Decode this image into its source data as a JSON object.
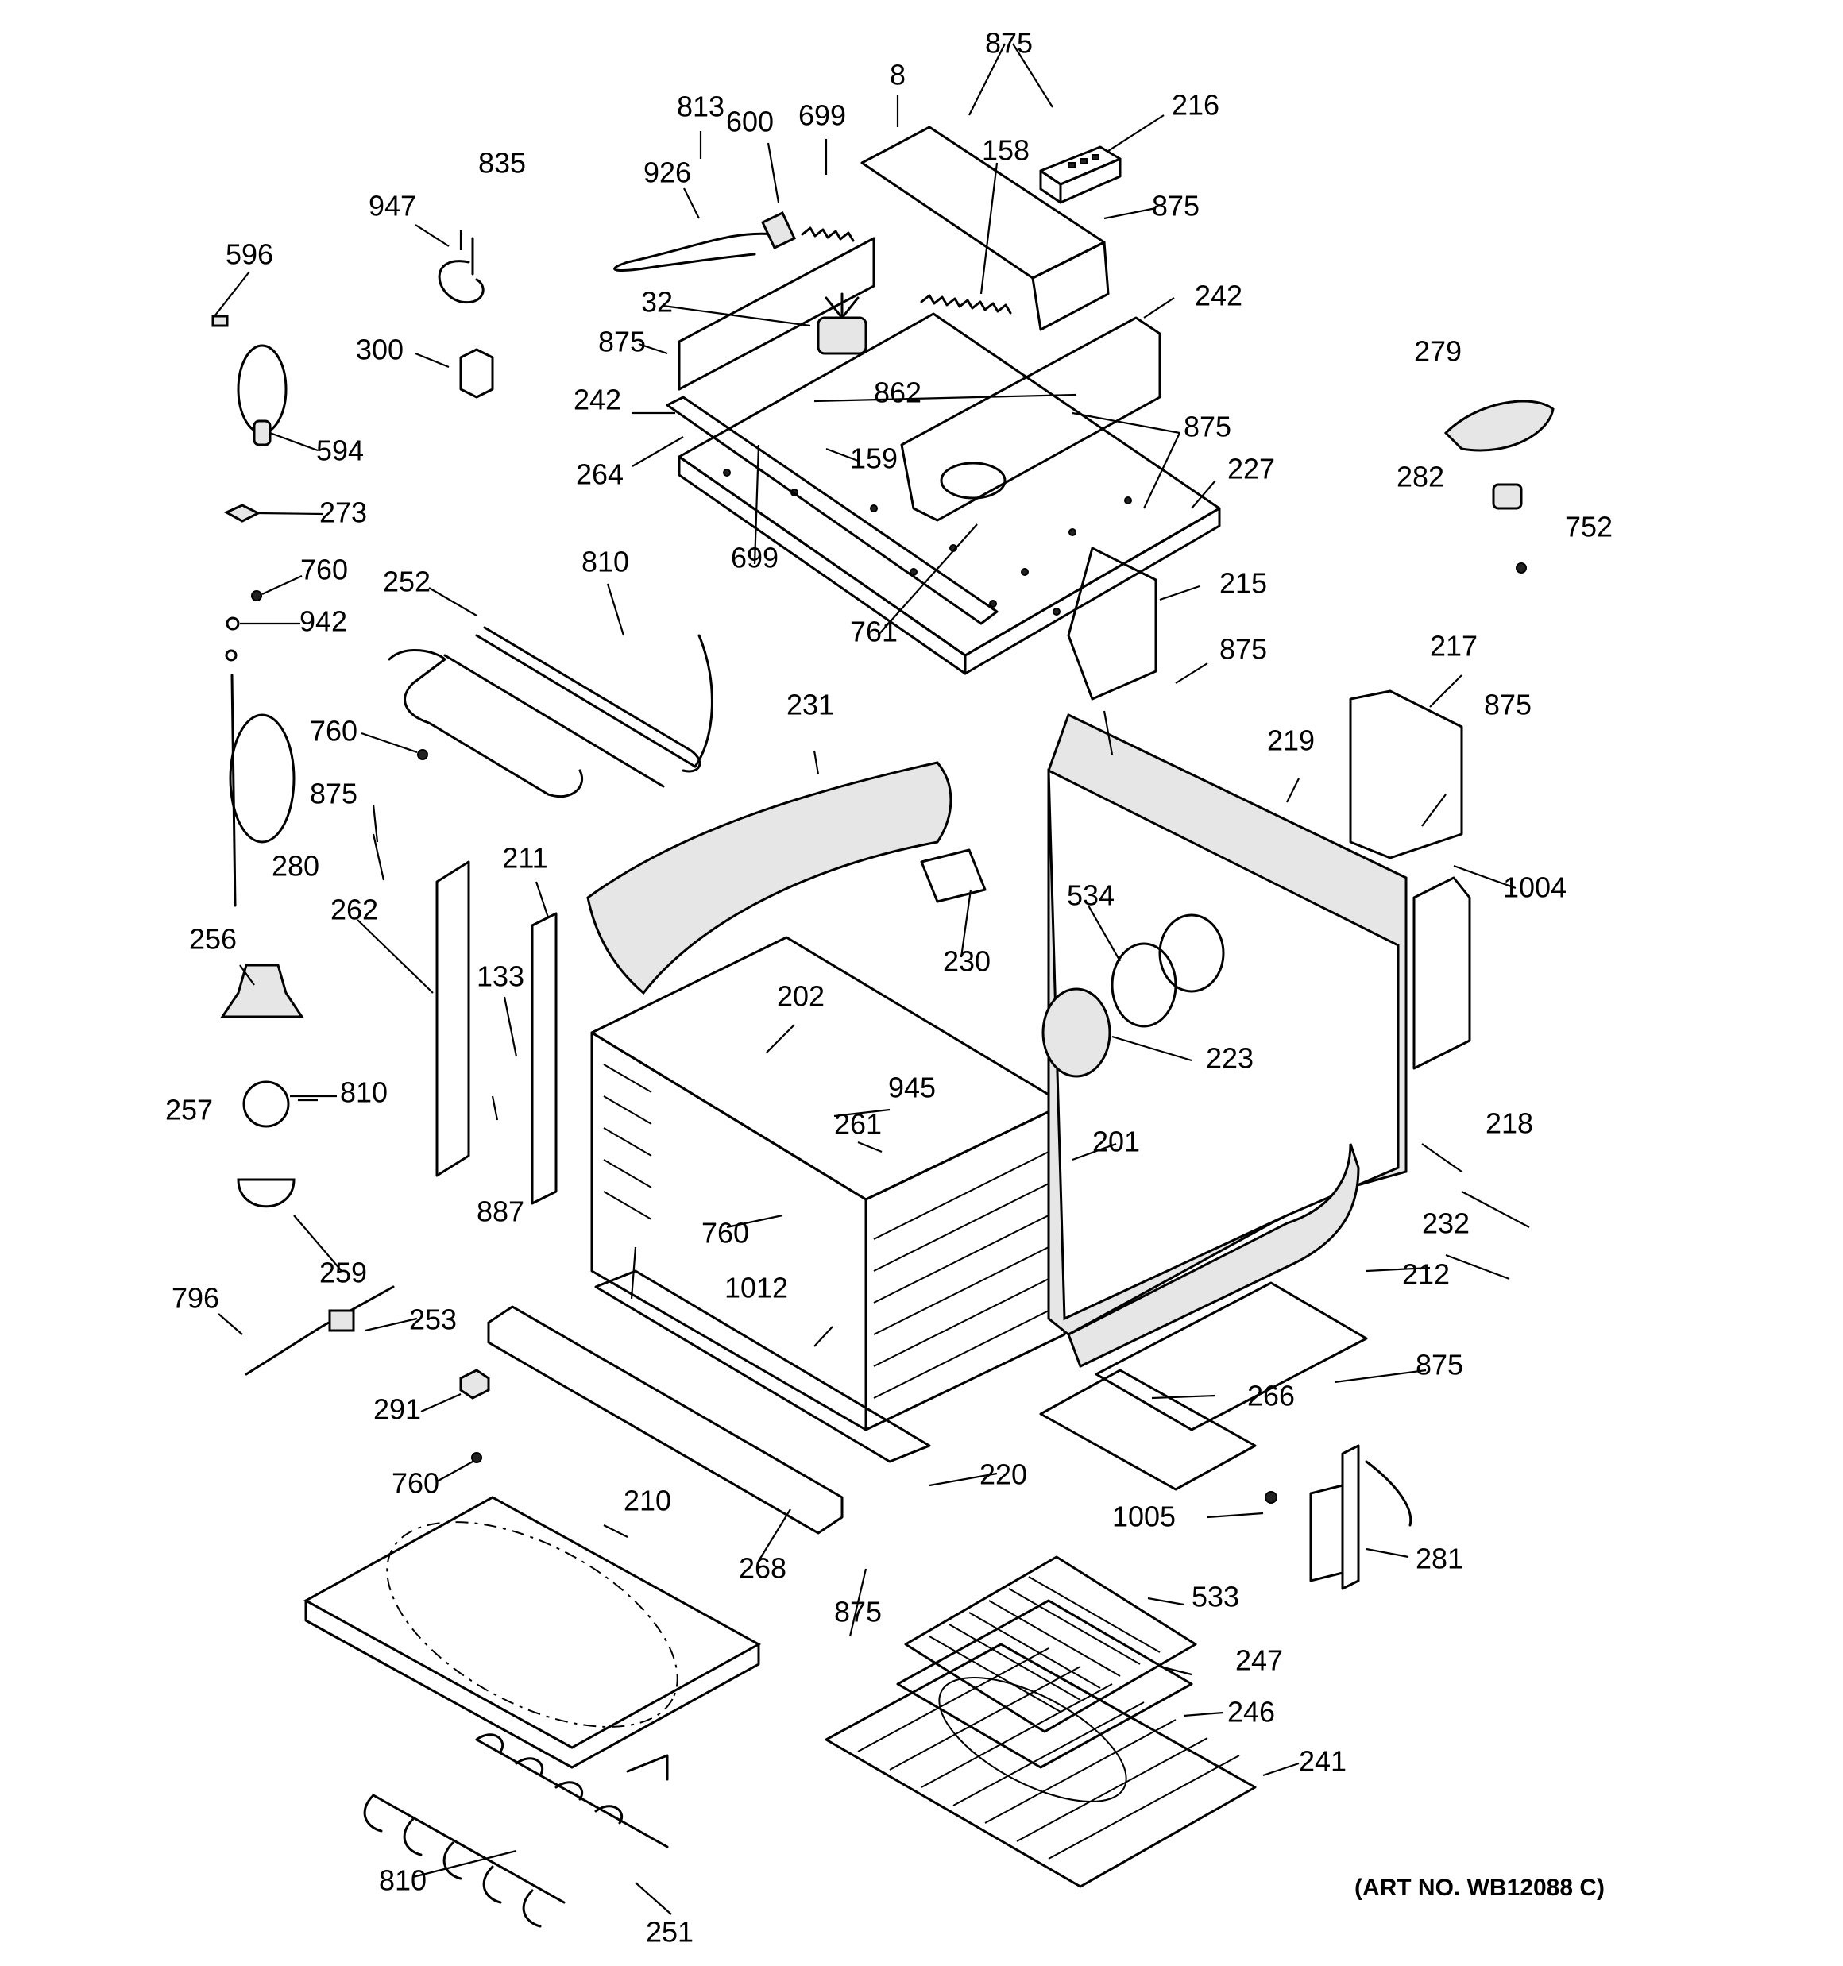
{
  "art_number": "(ART NO. WB12088 C)",
  "parts": {
    "p8": "8",
    "p32": "32",
    "p133": "133",
    "p158": "158",
    "p159": "159",
    "p201": "201",
    "p202": "202",
    "p210": "210",
    "p211": "211",
    "p212": "212",
    "p215": "215",
    "p216": "216",
    "p217": "217",
    "p218": "218",
    "p219": "219",
    "p220": "220",
    "p223": "223",
    "p227": "227",
    "p230": "230",
    "p231": "231",
    "p232": "232",
    "p241": "241",
    "p242": "242",
    "p246": "246",
    "p247": "247",
    "p251": "251",
    "p252": "252",
    "p253": "253",
    "p256": "256",
    "p257": "257",
    "p259": "259",
    "p261": "261",
    "p262": "262",
    "p264": "264",
    "p266": "266",
    "p268": "268",
    "p273": "273",
    "p279": "279",
    "p280": "280",
    "p281": "281",
    "p282": "282",
    "p291": "291",
    "p300": "300",
    "p533": "533",
    "p534": "534",
    "p594": "594",
    "p596": "596",
    "p600": "600",
    "p699": "699",
    "p752": "752",
    "p760": "760",
    "p761": "761",
    "p796": "796",
    "p810": "810",
    "p813": "813",
    "p835": "835",
    "p862": "862",
    "p875": "875",
    "p887": "887",
    "p926": "926",
    "p942": "942",
    "p945": "945",
    "p947": "947",
    "p1004": "1004",
    "p1005": "1005",
    "p1012": "1012"
  }
}
